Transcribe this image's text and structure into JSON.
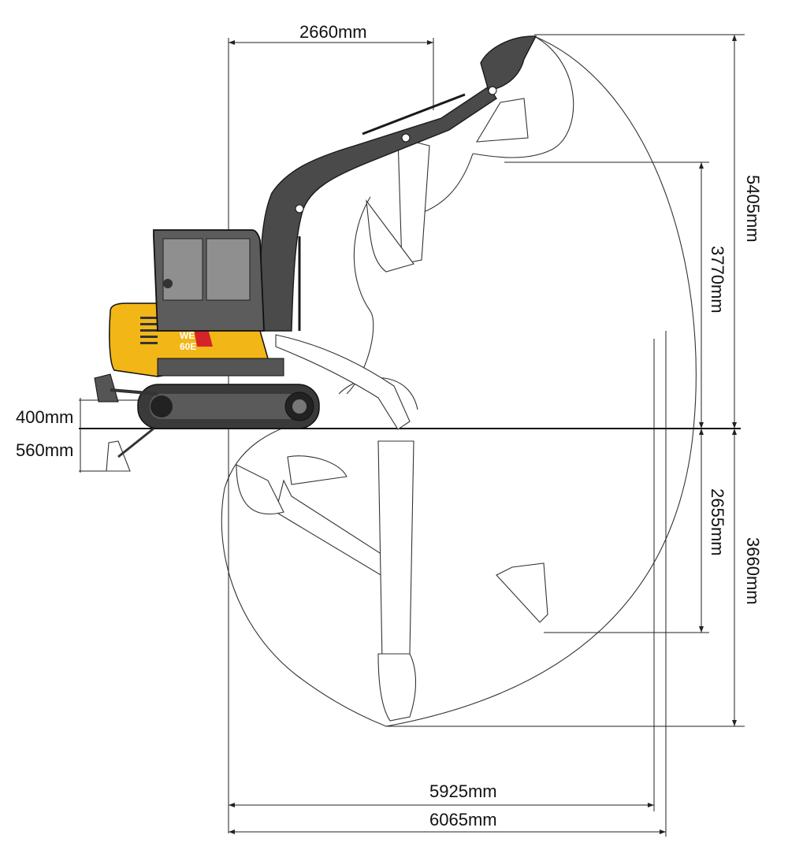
{
  "machine": {
    "model_line1": "WE",
    "model_line2": "60E",
    "body_color": "#F2B617",
    "accent_color": "#D62328",
    "arm_color": "#4A4A4A"
  },
  "dimensions": {
    "top_width": "2660mm",
    "max_height": "5405mm",
    "dump_height": "3770mm",
    "dozer_raise": "400mm",
    "dozer_lower": "560mm",
    "vertical_wall_depth": "2655mm",
    "max_dig_depth": "3660mm",
    "reach_at_ground": "5925mm",
    "max_reach": "6065mm"
  }
}
